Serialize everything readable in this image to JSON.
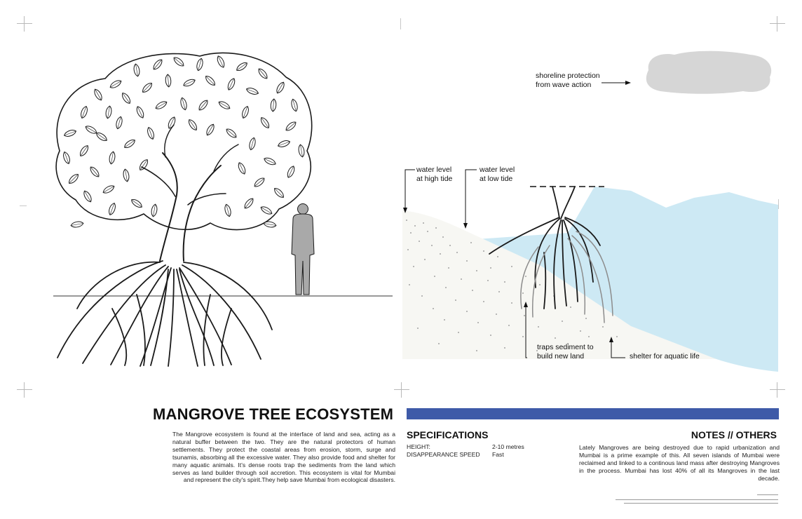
{
  "title": "MANGROVE TREE ECOSYSTEM",
  "intro": "The Mangrove ecosystem is found at the interface of land and sea, acting as a natural buffer between the two. They are the natural protectors of human settlements. They protect the coastal areas from erosion, storm, surge and tsunamis, absorbing all the excessive water. They also provide food and shelter for many aquatic animals. It's dense roots trap the sediments from the land which serves as land builder through soil accretion. This ecosystem is vital for Mumbai and represent the city's spirit.They help save Mumbai from ecological disasters.",
  "diagram": {
    "shoreline_1": "shoreline protection",
    "shoreline_2": "from wave action",
    "high_tide_1": "water level",
    "high_tide_2": "at high tide",
    "low_tide_1": "water level",
    "low_tide_2": "at low tide",
    "sediment_1": "traps sediment to",
    "sediment_2": "build new land",
    "shelter": "shelter for aquatic life"
  },
  "specifications": {
    "title": "SPECIFICATIONS",
    "rows": [
      {
        "label": "HEIGHT:",
        "value": "2-10 metres"
      },
      {
        "label": "DISAPPEARANCE SPEED",
        "value": "Fast"
      }
    ]
  },
  "notes": {
    "title": "NOTES // OTHERS",
    "text": "Lately Mangroves are being destroyed due to rapid urbanization and Mumbai is a prime example of this. All seven islands of Mumbai were reclaimed and linked to a continous land mass after destroying Mangroves in the process.  Mumbai has lost 40% of all its Mangroves in the last decade."
  },
  "colors": {
    "accent_bar": "#3e5aa8",
    "water": "#cde9f4",
    "person": "#a9a9a9",
    "cloud": "#d6d6d6"
  }
}
